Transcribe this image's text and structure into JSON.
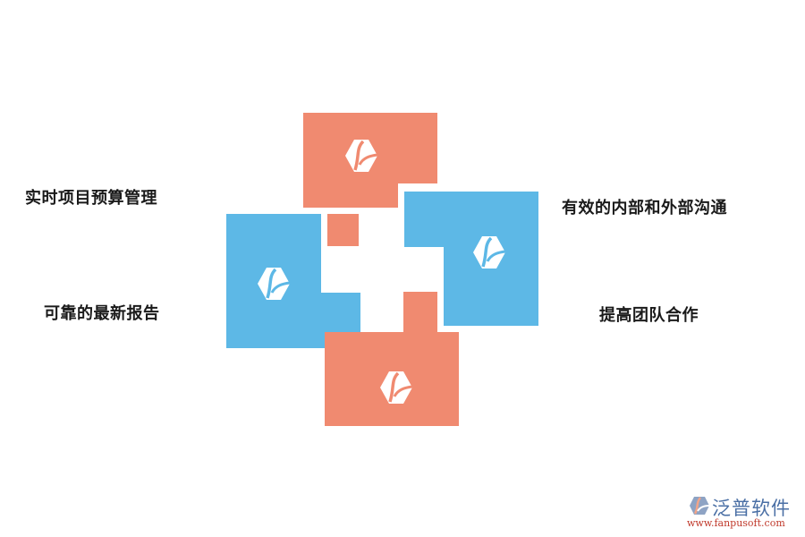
{
  "colors": {
    "coral": "#F08A70",
    "blue": "#5DB8E6",
    "text": "#1a1a1a",
    "logo_blue": "#4a6fa5",
    "logo_red": "#c0392b"
  },
  "labels": {
    "top_left": "实时项目预算管理",
    "bottom_left": "可靠的最新报告",
    "top_right": "有效的内部和外部沟通",
    "bottom_right": "提高团队合作"
  },
  "icons": {
    "top": "leaf-hexagon-icon",
    "left": "leaf-hexagon-icon",
    "right": "leaf-hexagon-icon",
    "bottom": "leaf-hexagon-icon"
  },
  "logo": {
    "brand": "泛普软件",
    "url": "www.fanpusoft.com"
  }
}
